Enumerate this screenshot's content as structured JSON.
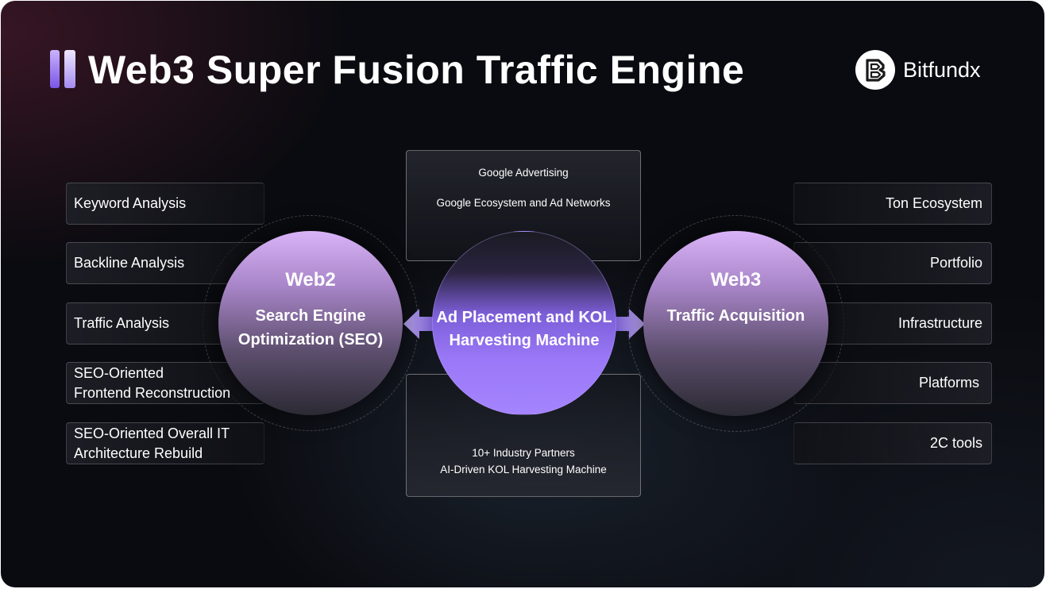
{
  "header": {
    "title": "Web3 Super Fusion Traffic Engine",
    "brand_name": "Bitfundx",
    "logo_icon": "bitfundx-logo-icon",
    "accent_color": "#9b7cf6"
  },
  "left_items": [
    {
      "lines": [
        "Keyword Analysis"
      ]
    },
    {
      "lines": [
        "Backline Analysis"
      ]
    },
    {
      "lines": [
        "Traffic Analysis"
      ]
    },
    {
      "lines": [
        "SEO-Oriented",
        "Frontend Reconstruction"
      ]
    },
    {
      "lines": [
        "SEO-Oriented Overall IT",
        "Architecture Rebuild"
      ]
    }
  ],
  "right_items": [
    {
      "label": "Ton Ecosystem"
    },
    {
      "label": "Portfolio"
    },
    {
      "label": "Infrastructure"
    },
    {
      "label": "Platforms"
    },
    {
      "label": "2C tools"
    }
  ],
  "center_top": {
    "line1": "Google Advertising",
    "line2": "Google Ecosystem and Ad Networks"
  },
  "center_bottom": {
    "line1": "10+ Industry Partners",
    "line2": "AI-Driven KOL Harvesting Machine"
  },
  "web2_circle": {
    "heading": "Web2",
    "sub_line1": "Search Engine",
    "sub_line2": "Optimization (SEO)"
  },
  "center_circle": {
    "line1": "Ad Placement and KOL",
    "line2": "Harvesting Machine"
  },
  "web3_circle": {
    "heading": "Web3",
    "sub_line1": "Traffic Acquisition"
  }
}
